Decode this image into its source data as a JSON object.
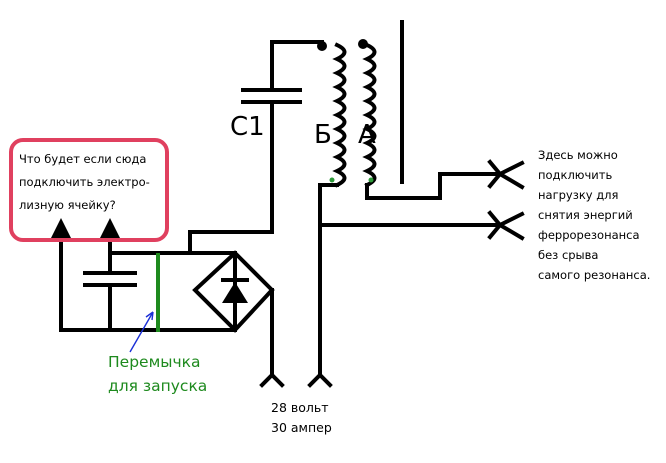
{
  "labels": {
    "c1": "C1",
    "coil_b": "Б",
    "coil_a": "А"
  },
  "callout": {
    "lines": [
      "Что будет если сюда",
      "подключить  электро-",
      "лизную ячейку?"
    ]
  },
  "load_note": {
    "lines": [
      "Здесь можно",
      " подключить",
      "нагрузку для",
      "снятия энергий",
      " феррорезонанса",
      "без  срыва",
      "самого резонанса."
    ]
  },
  "jumper_note": {
    "lines": [
      "Перемычка",
      "для запуска"
    ]
  },
  "supply": {
    "lines": [
      "28 вольт",
      "30 ампер"
    ]
  },
  "colors": {
    "wire": "#000000",
    "callout_border": "#e0405f",
    "jumper": "#1e8a1e",
    "arrow": "#1a2fd6",
    "coil_dot_green": "#2e9a3a"
  }
}
